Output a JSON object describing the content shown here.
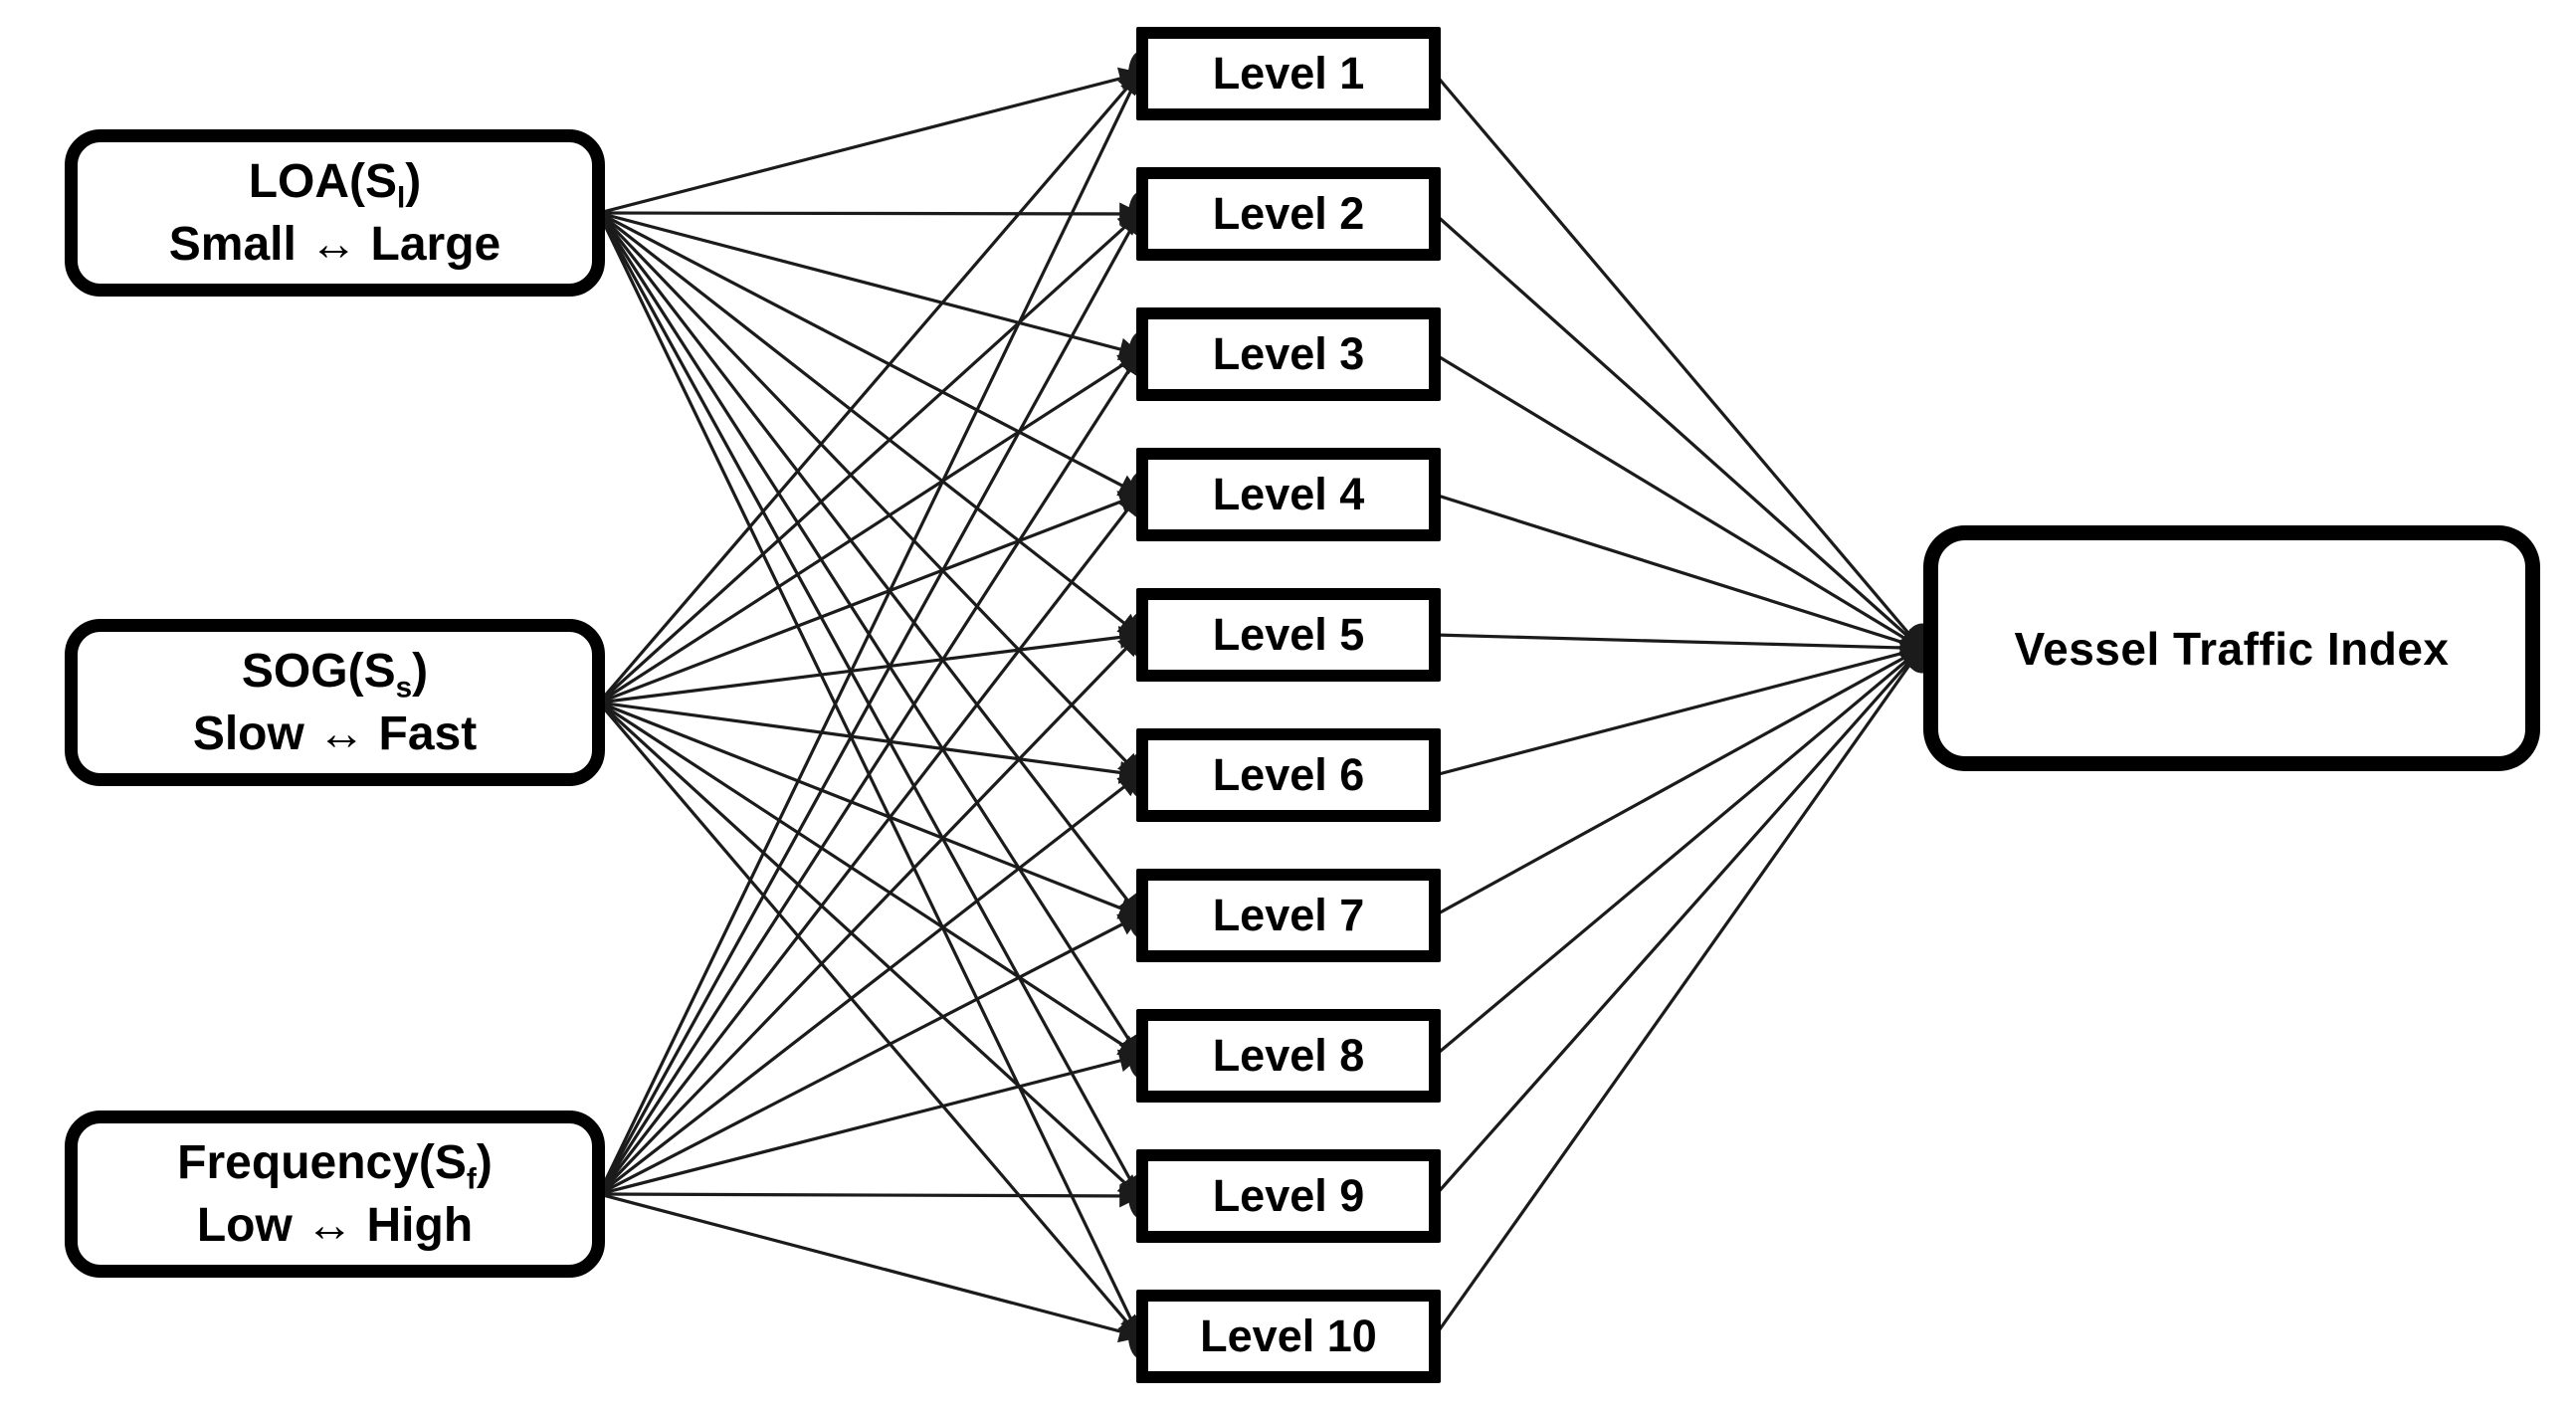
{
  "figure": {
    "type": "network-diagram",
    "background_color": "#ffffff",
    "node_fill": "#ffffff",
    "node_border_color": "#000000",
    "line_color": "#1b1b1b",
    "text_color": "#000000",
    "inputs": [
      {
        "name": "LOA(S",
        "subscript": "l",
        "name_close": ")",
        "range": "Small ↔ Large"
      },
      {
        "name": "SOG(S",
        "subscript": "s",
        "name_close": ")",
        "range": "Slow ↔ Fast"
      },
      {
        "name": "Frequency(S",
        "subscript": "f",
        "name_close": ")",
        "range": "Low ↔ High"
      }
    ],
    "levels": [
      {
        "label": "Level 1"
      },
      {
        "label": "Level 2"
      },
      {
        "label": "Level 3"
      },
      {
        "label": "Level 4"
      },
      {
        "label": "Level 5"
      },
      {
        "label": "Level 6"
      },
      {
        "label": "Level 7"
      },
      {
        "label": "Level 8"
      },
      {
        "label": "Level 9"
      },
      {
        "label": "Level 10"
      }
    ],
    "output": {
      "label": "Vessel Traffic Index"
    },
    "connections": {
      "inputs_to_levels": "each of the 3 inputs connects to all 10 levels, arrowheads pointing into the level boxes",
      "levels_to_output": "each of the 10 levels connects to the output, arrowheads converging into the output box"
    }
  }
}
